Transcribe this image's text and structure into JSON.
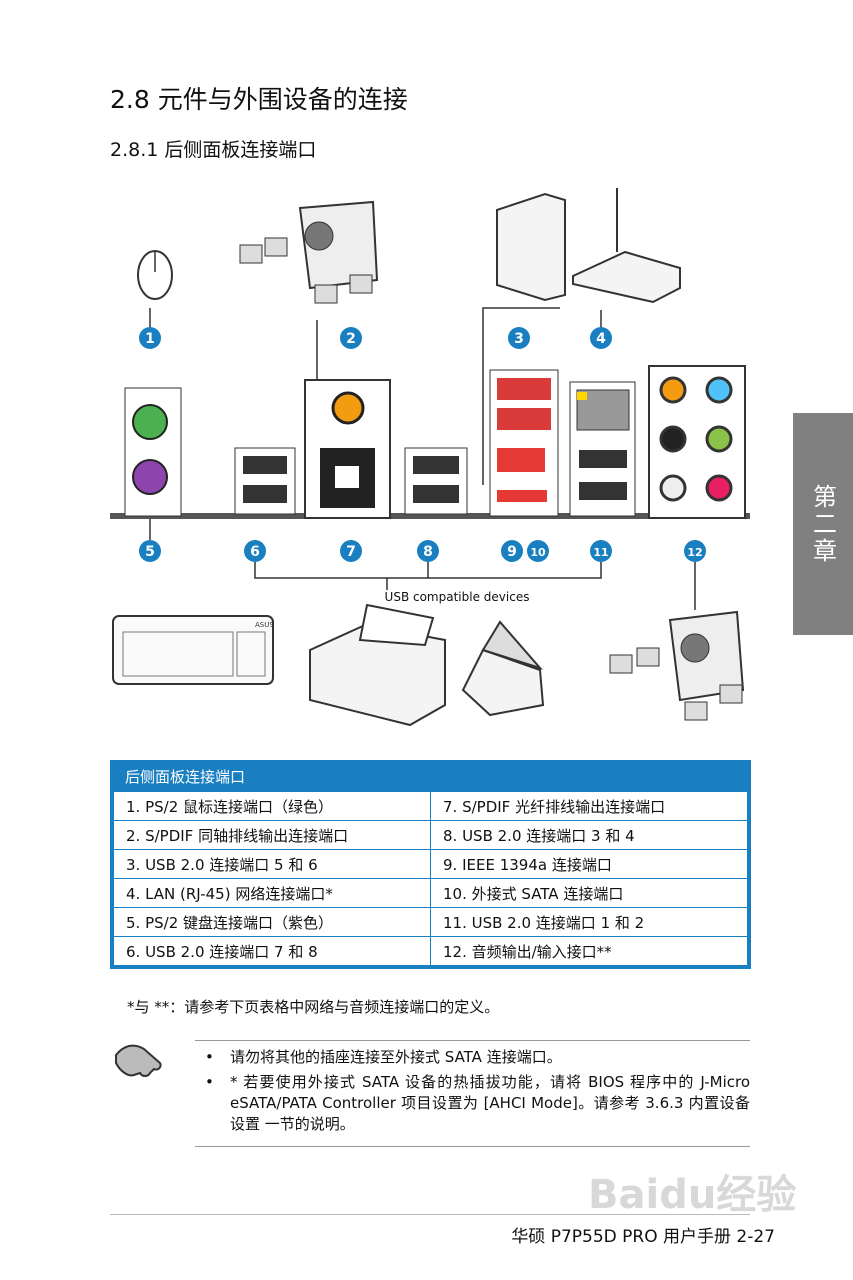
{
  "heading": "2.8 元件与外围设备的连接",
  "subheading": "2.8.1 后侧面板连接端口",
  "side_tab": "第二章",
  "diagram": {
    "badges": [
      "1",
      "2",
      "3",
      "4",
      "5",
      "6",
      "7",
      "8",
      "9",
      "10",
      "11",
      "12"
    ],
    "usb_label": "USB compatible devices",
    "keyboard_brand": "ASUS"
  },
  "table": {
    "header": "后侧面板连接端口",
    "rows": [
      [
        "1.   PS/2 鼠标连接端口（绿色）",
        "7.   S/PDIF 光纤排线输出连接端口"
      ],
      [
        "2.   S/PDIF 同轴排线输出连接端口",
        "8.   USB 2.0 连接端口 3 和 4"
      ],
      [
        "3.   USB 2.0 连接端口 5 和 6",
        "9.   IEEE 1394a 连接端口"
      ],
      [
        "4.   LAN (RJ-45) 网络连接端口*",
        "10. 外接式 SATA 连接端口"
      ],
      [
        "5.   PS/2 键盘连接端口（紫色）",
        "11. USB 2.0 连接端口 1 和 2"
      ],
      [
        "6.   USB 2.0 连接端口 7 和 8",
        "12. 音频输出/输入接口**"
      ]
    ]
  },
  "footnote": "*与 **：请参考下页表格中网络与音频连接端口的定义。",
  "notes": [
    "请勿将其他的插座连接至外接式 SATA 连接端口。",
    "* 若要使用外接式 SATA 设备的热插拔功能，请将 BIOS 程序中的 J-Micro eSATA/PATA Controller 项目设置为 [AHCI Mode]。请参考 3.6.3 内置设备设置 一节的说明。"
  ],
  "bullet": "•",
  "footer": "华硕 P7P55D PRO 用户手册  2-27",
  "watermark": "Baidu经验",
  "colors": {
    "accent": "#1a7fc1",
    "tab": "#808080"
  }
}
